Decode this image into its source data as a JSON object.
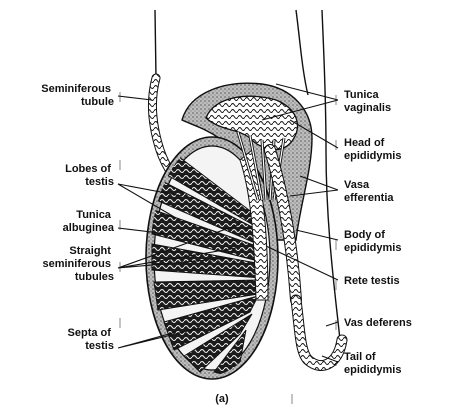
{
  "figure": {
    "caption": "(a)",
    "labels_left": [
      {
        "id": "seminiferous-tubule",
        "lines": [
          "Seminiferous",
          "tubule"
        ]
      },
      {
        "id": "lobes-of-testis",
        "lines": [
          "Lobes of",
          "testis"
        ]
      },
      {
        "id": "tunica-albuginea",
        "lines": [
          "Tunica",
          "albuginea"
        ]
      },
      {
        "id": "straight-seminiferous-tubules",
        "lines": [
          "Straight",
          "seminiferous",
          "tubules"
        ]
      },
      {
        "id": "septa-of-testis",
        "lines": [
          "Septa of",
          "testis"
        ]
      }
    ],
    "labels_right": [
      {
        "id": "tunica-vaginalis",
        "lines": [
          "Tunica",
          "vaginalis"
        ]
      },
      {
        "id": "head-of-epididymis",
        "lines": [
          "Head of",
          "epididymis"
        ]
      },
      {
        "id": "vasa-efferentia",
        "lines": [
          "Vasa",
          "efferentia"
        ]
      },
      {
        "id": "body-of-epididymis",
        "lines": [
          "Body of",
          "epididymis"
        ]
      },
      {
        "id": "rete-testis",
        "lines": [
          "Rete testis"
        ]
      },
      {
        "id": "vas-deferens",
        "lines": [
          "Vas deferens"
        ]
      },
      {
        "id": "tail-of-epididymis",
        "lines": [
          "Tail of",
          "epididymis"
        ]
      }
    ]
  }
}
